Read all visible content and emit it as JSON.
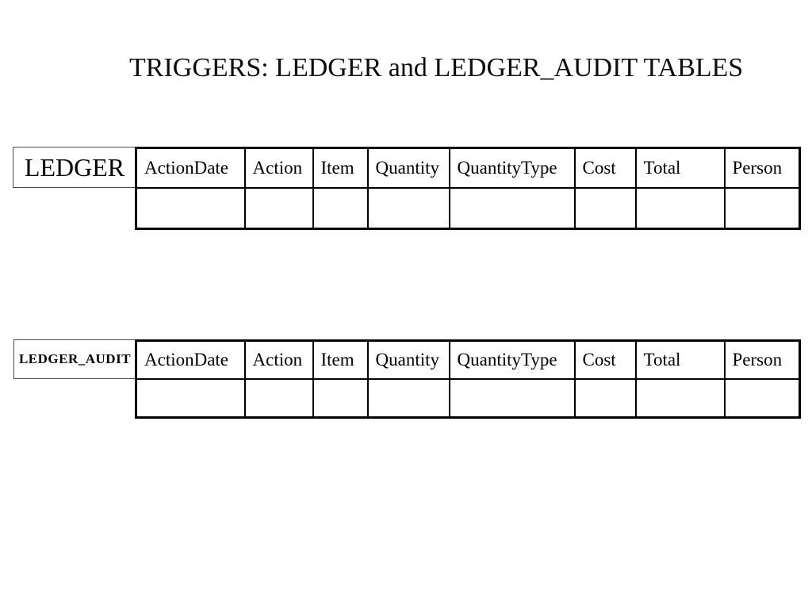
{
  "title": "TRIGGERS: LEDGER and LEDGER_AUDIT TABLES",
  "tables": [
    {
      "label": "LEDGER",
      "columns": [
        "ActionDate",
        "Action",
        "Item",
        "Quantity",
        "QuantityType",
        "Cost",
        "Total",
        "Person"
      ],
      "rows": [
        [
          "",
          "",
          "",
          "",
          "",
          "",
          "",
          ""
        ]
      ]
    },
    {
      "label": "LEDGER_AUDIT",
      "columns": [
        "ActionDate",
        "Action",
        "Item",
        "Quantity",
        "QuantityType",
        "Cost",
        "Total",
        "Person"
      ],
      "rows": [
        [
          "",
          "",
          "",
          "",
          "",
          "",
          "",
          ""
        ]
      ]
    }
  ],
  "colors": {
    "background": "#ffffff",
    "text": "#000000",
    "table_border": "#000000",
    "label_box_border": "#4d4d4d"
  }
}
